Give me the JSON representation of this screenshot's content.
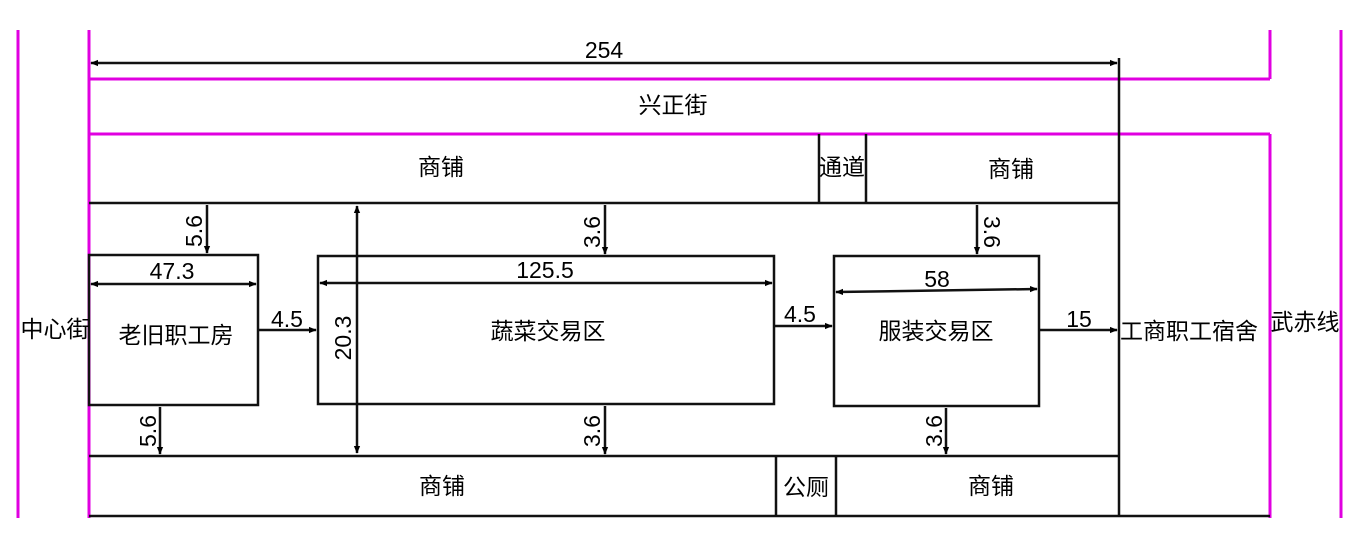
{
  "colors": {
    "street_line": "#e000e0",
    "structure_line": "#111111",
    "background": "#ffffff"
  },
  "streets": {
    "top": "兴正街",
    "left": "中心街",
    "right": "武赤线"
  },
  "shops": {
    "top_left": "商铺",
    "top_passage": "通道",
    "top_right": "商铺",
    "bottom_left": "商铺",
    "bottom_toilet": "公厕",
    "bottom_right": "商铺"
  },
  "zones": {
    "old_house": "老旧职工房",
    "vegetable": "蔬菜交易区",
    "clothing": "服装交易区",
    "dormitory": "工商职工宿舍"
  },
  "dimensions": {
    "total_width": "254",
    "old_house_width": "47.3",
    "vegetable_width": "125.5",
    "clothing_width": "58",
    "gap_top_left": "5.6",
    "gap_bottom_left": "5.6",
    "gap_top_mid": "3.6",
    "gap_bottom_mid": "3.6",
    "gap_top_right": "3.6",
    "gap_bottom_right": "3.6",
    "gap_old_veg": "4.5",
    "gap_veg_cloth": "4.5",
    "gap_cloth_dorm": "15",
    "inner_height": "20.3"
  }
}
